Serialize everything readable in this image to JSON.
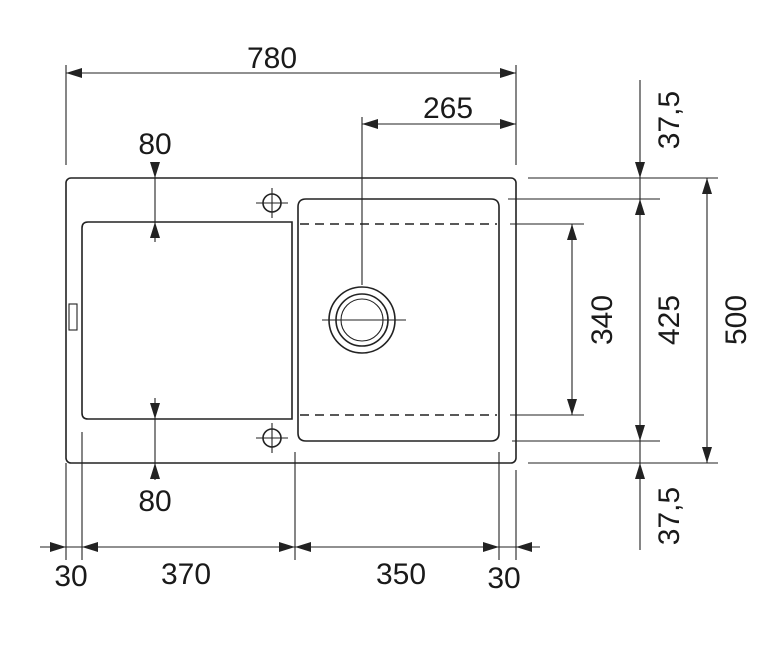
{
  "dimensions": {
    "overall_width": "780",
    "bowl_center_offset": "265",
    "drainer_margin_top": "80",
    "drainer_margin_bottom": "80",
    "left_edge": "30",
    "drainer_width": "370",
    "bowl_width": "350",
    "right_edge": "30",
    "bowl_depth": "340",
    "bowl_frame_depth": "425",
    "overall_depth": "500",
    "top_margin": "37,5",
    "bottom_margin": "37,5"
  }
}
